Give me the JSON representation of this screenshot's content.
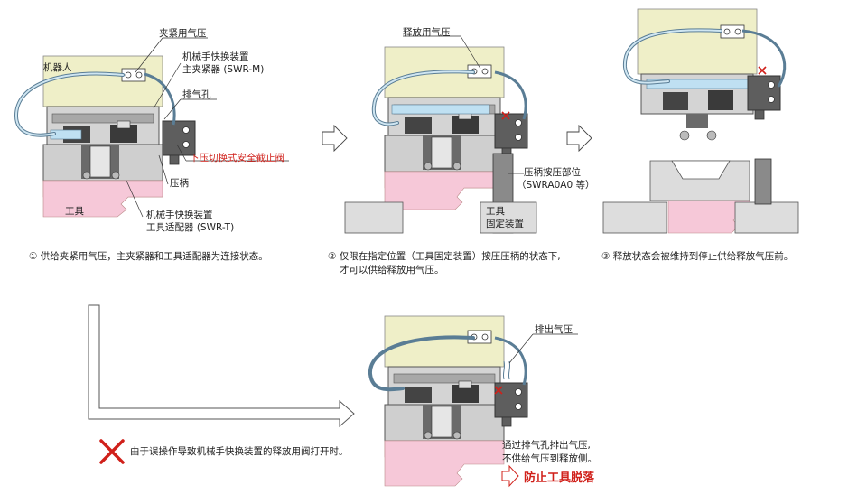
{
  "panel1": {
    "label_robot": "机器人",
    "label_clamp_air": "夹紧用气压",
    "label_master_line1": "机械手快换装置",
    "label_master_line2": "主夹紧器 (SWR-M)",
    "label_exhaust": "排气孔",
    "label_valve": "下压切换式安全截止阀",
    "label_handle": "压柄",
    "label_tool": "工具",
    "label_adapter_line1": "机械手快换装置",
    "label_adapter_line2": "工具适配器 (SWR-T)",
    "caption": "① 供给夹紧用气压，主夹紧器和工具适配器为连接状态。"
  },
  "panel2": {
    "label_release_air": "释放用气压",
    "label_press_pos_line1": "压柄按压部位",
    "label_press_pos_line2": "（SWRA0A0 等）",
    "label_fixture_line1": "工具",
    "label_fixture_line2": "固定装置",
    "caption_line1": "② 仅限在指定位置（工具固定装置）按压压柄的状态下,",
    "caption_line2": "才可以供给释放用气压。"
  },
  "panel3": {
    "caption": "③ 释放状态会被维持到停止供给释放气压前。"
  },
  "panel4": {
    "label_exhaust_air": "排出气压",
    "note_line1": "通过排气孔排出气压,",
    "note_line2": "不供给气压到释放侧。",
    "result": "防止工具脱落",
    "error_caption": "由于误操作导致机械手快换装置的释放用阀打开时。"
  },
  "colors": {
    "robot": "#efefc8",
    "tool_pink": "#f6c8d8",
    "body_gray": "#c8c8c8",
    "dark": "#333333",
    "air_blue": "#bfe0f2",
    "hose": "#5a7d95",
    "red": "#d0201a"
  }
}
